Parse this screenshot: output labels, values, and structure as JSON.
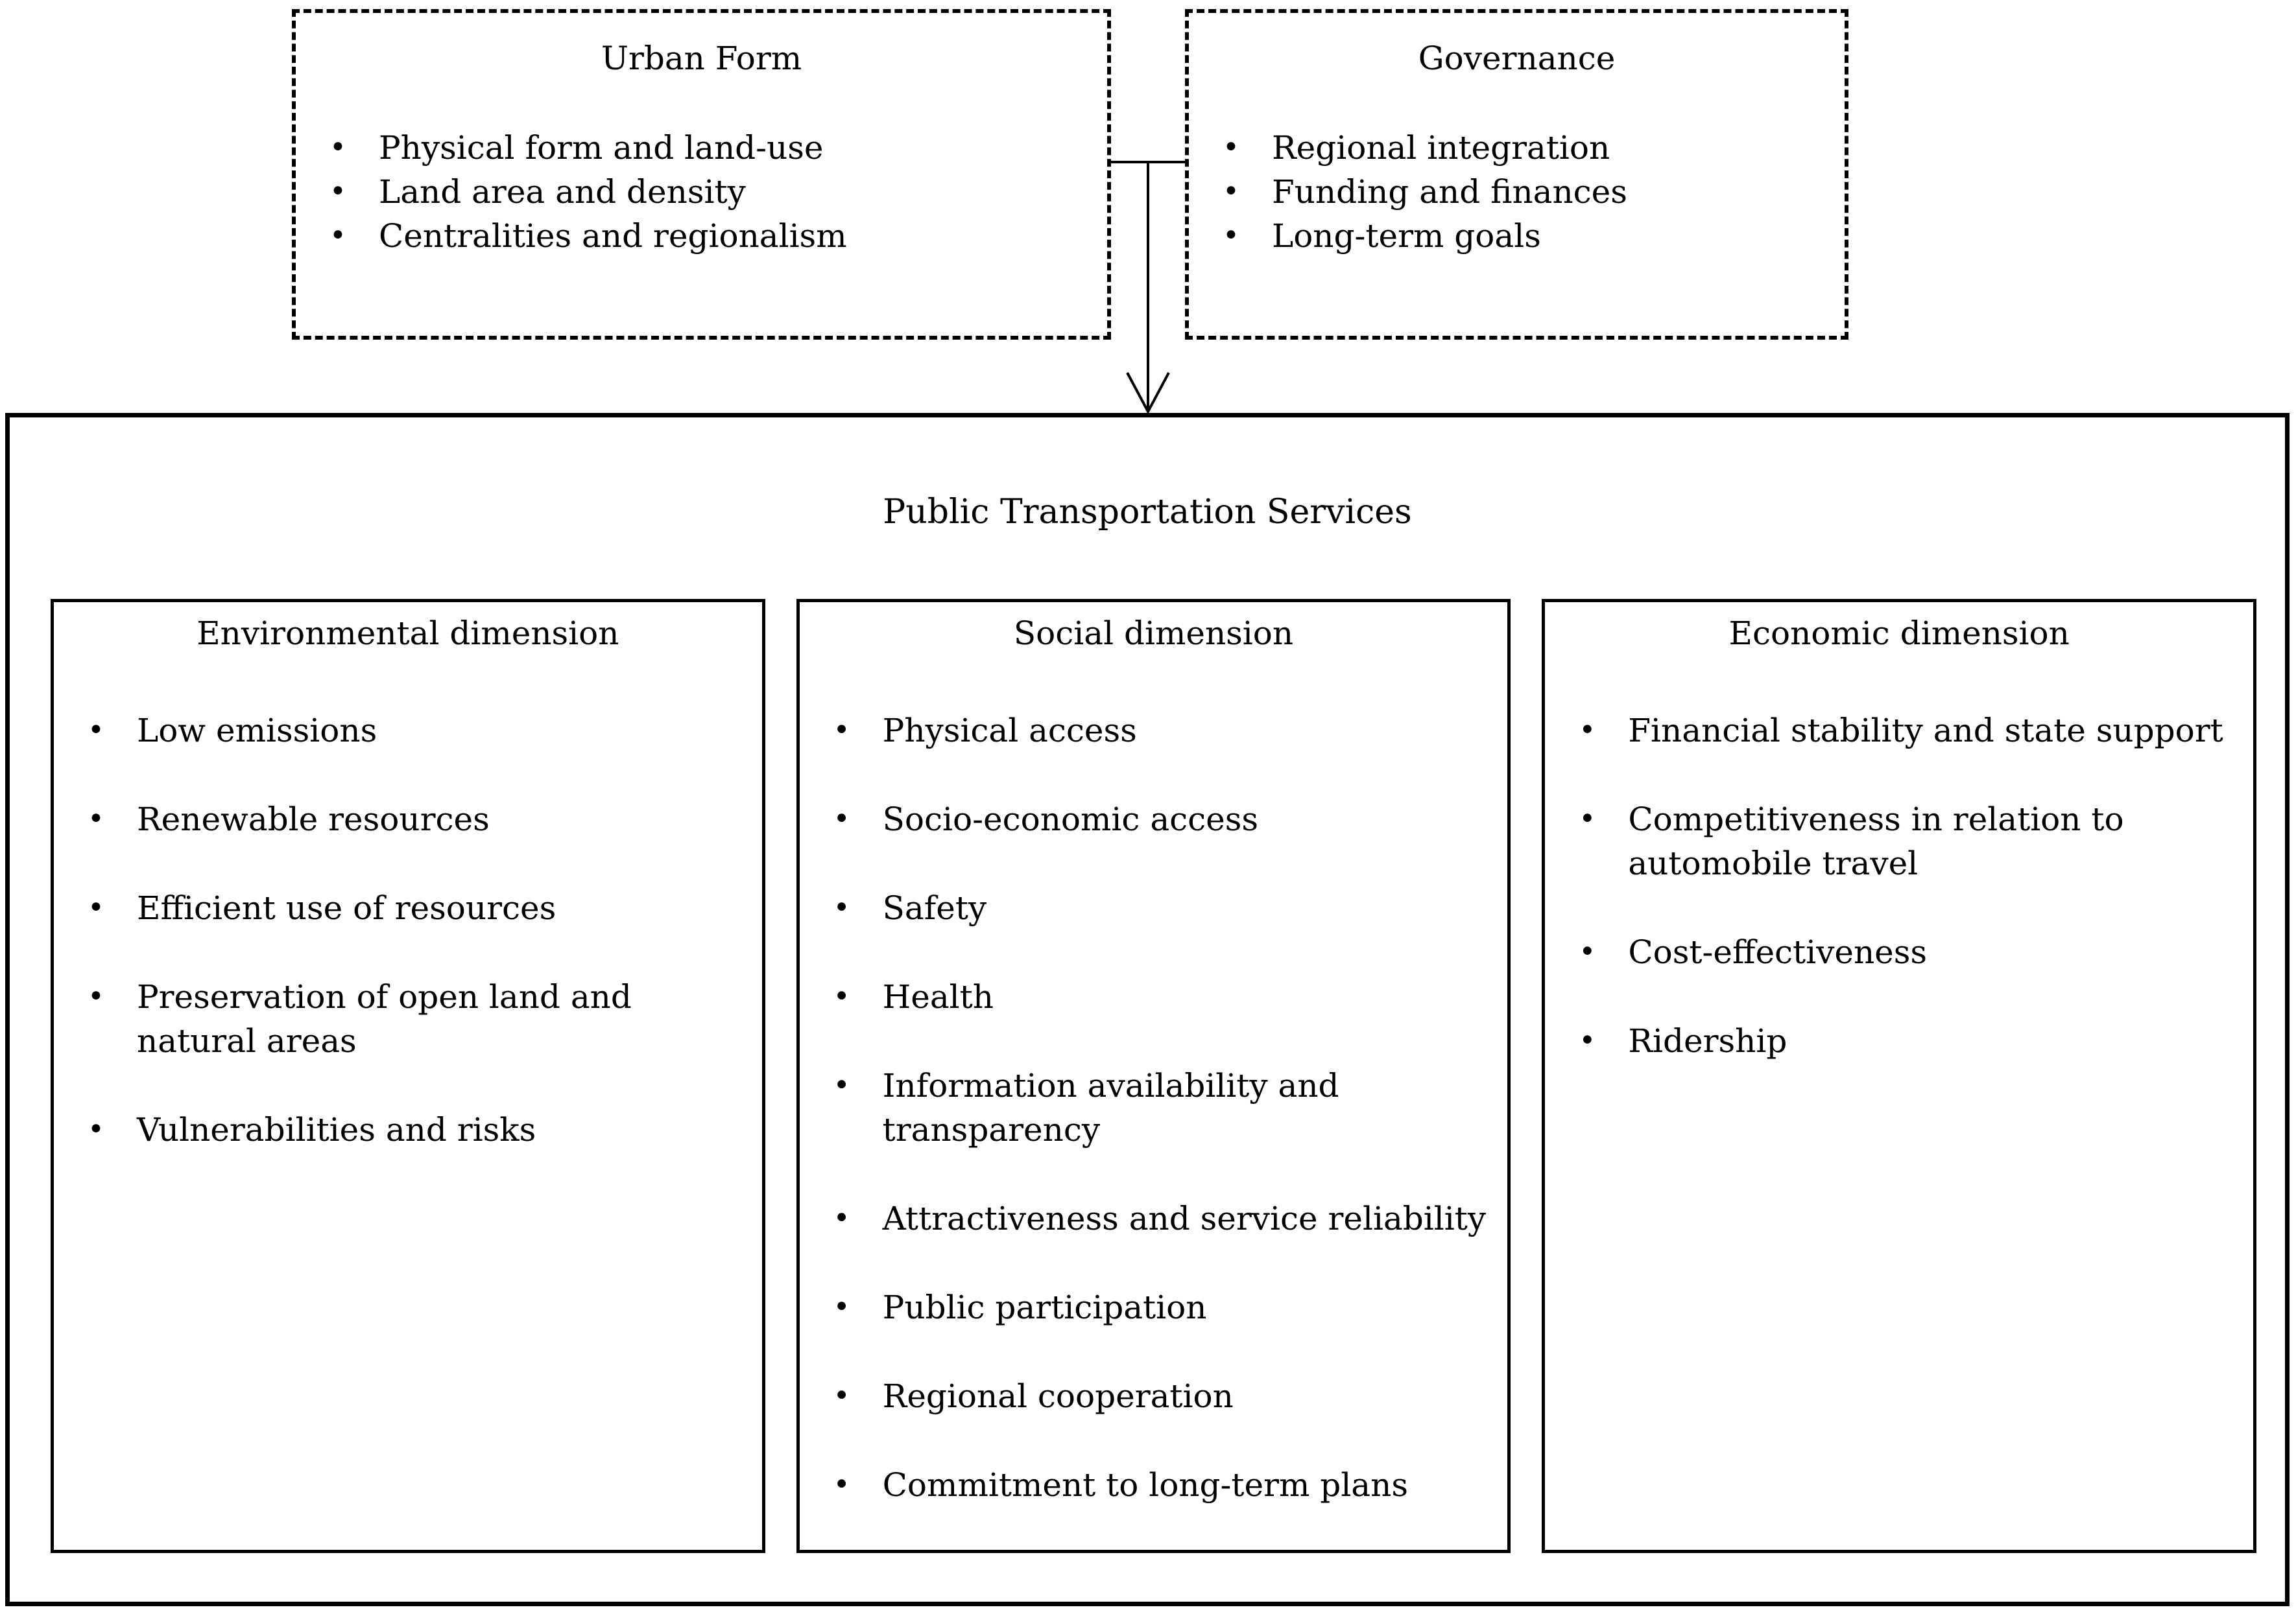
{
  "top_row": {
    "urban_form": {
      "title": "Urban Form",
      "items": [
        "Physical form and land-use",
        "Land area and density",
        "Centralities and regionalism"
      ]
    },
    "governance": {
      "title": "Governance",
      "items": [
        "Regional integration",
        "Funding and finances",
        "Long-term goals"
      ]
    }
  },
  "connector": {
    "icon": "down-arrow"
  },
  "main": {
    "title": "Public Transportation Services",
    "columns": [
      {
        "title": "Environmental dimension",
        "items": [
          "Low emissions",
          "Renewable resources",
          "Efficient use of resources",
          "Preservation of open land and\nnatural areas",
          "Vulnerabilities and risks"
        ]
      },
      {
        "title": "Social dimension",
        "items": [
          "Physical access",
          "Socio-economic access",
          "Safety",
          "Health",
          "Information availability and\ntransparency",
          "Attractiveness and service reliability",
          "Public participation",
          "Regional cooperation",
          "Commitment to long-term plans"
        ]
      },
      {
        "title": "Economic dimension",
        "items": [
          "Financial stability and state support",
          "Competitiveness in relation to\nautomobile travel",
          "Cost-effectiveness",
          "Ridership"
        ]
      }
    ]
  },
  "colors": {
    "ink": "#000000",
    "background": "#ffffff"
  }
}
